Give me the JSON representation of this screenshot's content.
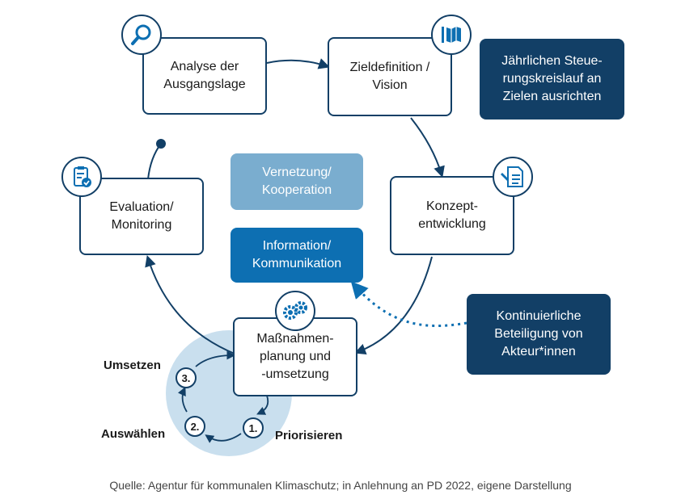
{
  "boxes": {
    "analyse": "Analyse der\nAusgangslage",
    "ziel": "Zieldefinition /\nVision",
    "konzept": "Konzept-\nentwicklung",
    "massnahmen": "Maßnahmen-\nplanung und\n-umsetzung",
    "evaluation": "Evaluation/\nMonitoring"
  },
  "notes": {
    "jaehrlich": "Jährlichen Steue-\nrungskreislauf an\nZielen ausrichten",
    "vernetzung": "Vernetzung/\nKooperation",
    "information": "Information/\nKommunikation",
    "beteiligung": "Kontinuierliche\nBeteiligung von\nAkteur*innen"
  },
  "steps": [
    {
      "number": "1.",
      "label": "Priorisieren"
    },
    {
      "number": "2.",
      "label": "Auswählen"
    },
    {
      "number": "3.",
      "label": "Umsetzen"
    }
  ],
  "icons": {
    "analyse": "magnifier-icon",
    "ziel": "flag-map-icon",
    "konzept": "document-pen-icon",
    "massnahmen": "gears-icon",
    "evaluation": "clipboard-check-icon"
  },
  "colors": {
    "dark_blue": "#123f66",
    "mid_blue": "#0d6fb2",
    "light_blue": "#7aadcf",
    "pale_blue": "#c9dfee"
  },
  "source": "Quelle: Agentur für kommunalen Klimaschutz; in Anlehnung an PD 2022, eigene Darstellung"
}
